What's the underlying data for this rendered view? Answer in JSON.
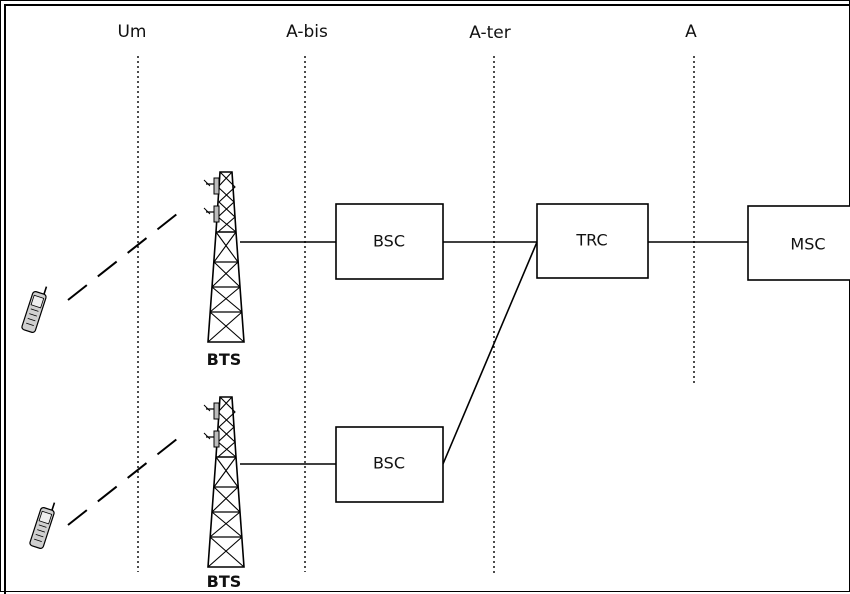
{
  "interfaces": {
    "um": "Um",
    "abis": "A-bis",
    "ater": "A-ter",
    "a": "A"
  },
  "nodes": {
    "bsc_top": "BSC",
    "bsc_bottom": "BSC",
    "trc": "TRC",
    "msc": "MSC",
    "bts_top": "BTS",
    "bts_bottom": "BTS"
  },
  "colors": {
    "line": "#000000",
    "background": "#ffffff",
    "phone_body": "#c8c8c8"
  }
}
